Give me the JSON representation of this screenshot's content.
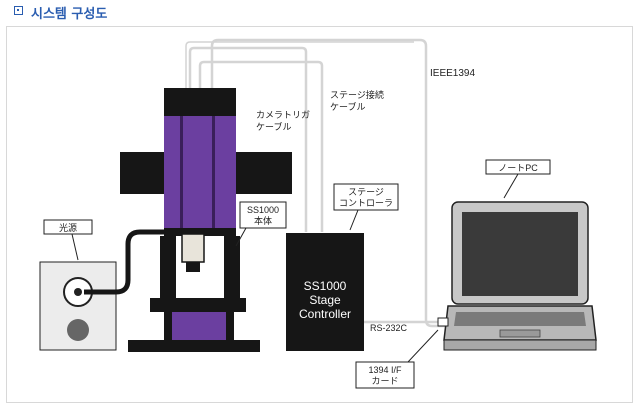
{
  "header": {
    "title": "시스템 구성도"
  },
  "labels": {
    "camera_trigger_1": "カメラトリガ",
    "camera_trigger_2": "ケーブル",
    "stage_conn_1": "ステージ接続",
    "stage_conn_2": "ケーブル",
    "ieee": "IEEE1394",
    "notebook": "ノートPC",
    "stage_ctrl_1": "ステージ",
    "stage_ctrl_2": "コントローラ",
    "ss1000_1": "SS1000",
    "ss1000_2": "本体",
    "light": "光源",
    "controller_1": "SS1000",
    "controller_2": "Stage",
    "controller_3": "Controller",
    "rs232c": "RS-232C",
    "if_card_1": "1394 I/F",
    "if_card_2": "カード"
  },
  "colors": {
    "purple": "#6b3fa0",
    "dark": "#161616",
    "cable_gray": "#d4d4d4",
    "header_blue": "#2a5db0"
  }
}
